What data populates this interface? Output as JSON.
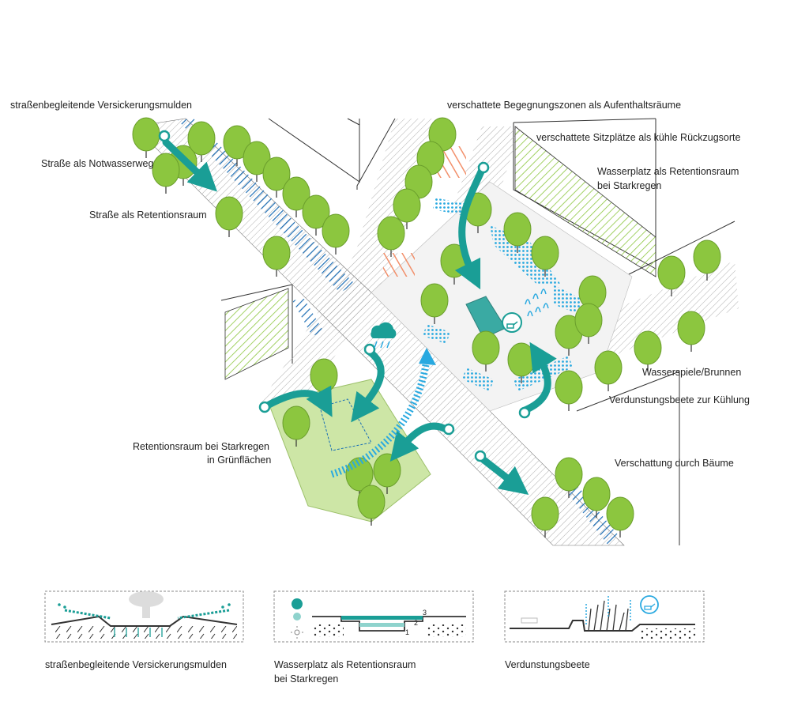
{
  "labels": {
    "strassenbegleitende": "straßenbegleitende Versickerungsmulden",
    "notwasserweg": "Straße als Notwasserweg",
    "retentionsraum_strasse": "Straße als Retentionsraum",
    "retention_gruen_1": "Retentionsraum bei Starkregen",
    "retention_gruen_2": "in Grünflächen",
    "begegnungszonen": "verschattete Begegnungszonen als Aufenthaltsräume",
    "sitzplaetze": "verschattete Sitzplätze als kühle Rückzugsorte",
    "wasserplatz_1": "Wasserplatz als Retentionsraum",
    "wasserplatz_2": "bei Starkregen",
    "wasserspiele": "Wasserspiele/Brunnen",
    "verdunstungsbeete": "Verdunstungsbeete zur Kühlung",
    "verschattung": "Verschattung durch Bäume"
  },
  "captions": {
    "panel1": "straßenbegleitende Versickerungsmulden",
    "panel2_1": "Wasserplatz als Retentionsraum",
    "panel2_2": "bei Starkregen",
    "panel3": "Verdunstungsbeete"
  },
  "panel2_steps": [
    "3",
    "2",
    "1"
  ],
  "colors": {
    "tree": "#8cc63f",
    "tree_dark": "#6a9e2c",
    "teal": "#1a9e96",
    "water_blue": "#29a9e0",
    "grass": "#cde6a6",
    "orange": "#f28f6a",
    "line": "#333333"
  },
  "icons": [
    "rain-cloud-icon",
    "sun-icon",
    "watering-can-icon",
    "fountain-icon",
    "person-icon"
  ]
}
